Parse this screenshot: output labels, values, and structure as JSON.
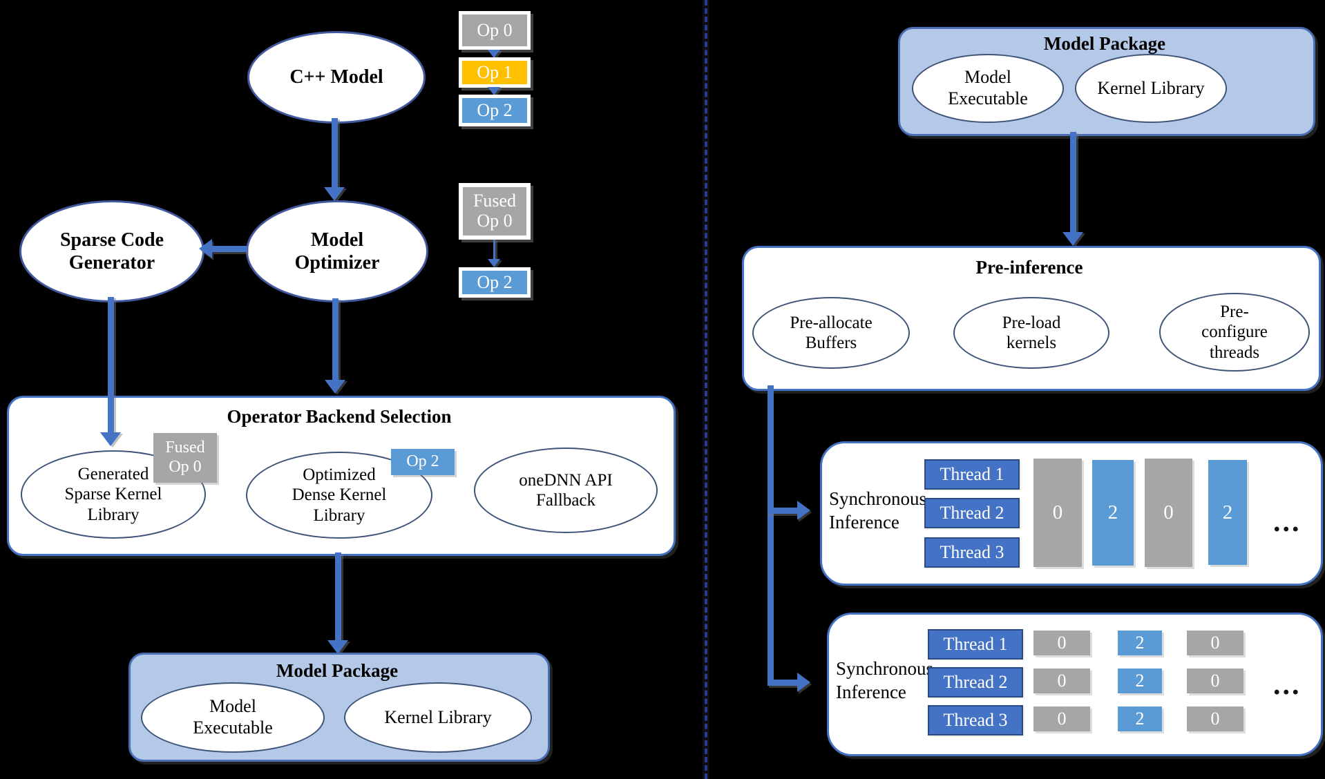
{
  "diagram": {
    "colors": {
      "background": "#000000",
      "accent_blue": "#4472C4",
      "light_blue": "#5B9BD5",
      "gray": "#A6A6A6",
      "yellow": "#FFC000",
      "package_fill": "#B4C9E8",
      "ellipse_border": "#3D5378",
      "white": "#FFFFFF"
    },
    "left": {
      "cpp_model_label": "C++ Model",
      "sparse_code_generator_label": "Sparse Code\nGenerator",
      "model_optimizer_label": "Model\nOptimizer",
      "op_chain": {
        "op0": "Op 0",
        "op1": "Op 1",
        "op2": "Op 2"
      },
      "fused_chain": {
        "fused_op0": "Fused\nOp 0",
        "op2": "Op 2"
      },
      "backend_selection": {
        "title": "Operator Backend Selection",
        "sparse_lib_label": "Generated\nSparse Kernel\nLibrary",
        "fused_badge": "Fused\nOp 0",
        "dense_lib_label": "Optimized\nDense Kernel\nLibrary",
        "op2_badge": "Op 2",
        "onednn_label": "oneDNN API\nFallback"
      },
      "model_package": {
        "title": "Model Package",
        "model_executable_label": "Model\nExecutable",
        "kernel_library_label": "Kernel Library"
      }
    },
    "right": {
      "model_package": {
        "title": "Model Package",
        "model_executable_label": "Model\nExecutable",
        "kernel_library_label": "Kernel Library"
      },
      "pre_inference": {
        "title": "Pre-inference",
        "preallocate_label": "Pre-allocate\nBuffers",
        "preload_label": "Pre-load\nkernels",
        "preconfigure_label": "Pre-\nconfigure\nthreads"
      },
      "sync_inference_1": {
        "label": "Synchronous\nInference",
        "threads": [
          "Thread 1",
          "Thread 2",
          "Thread 3"
        ],
        "queue": [
          {
            "value": "0",
            "color": "gray"
          },
          {
            "value": "2",
            "color": "blue"
          },
          {
            "value": "0",
            "color": "gray"
          },
          {
            "value": "2",
            "color": "blue"
          }
        ],
        "ellipsis": "..."
      },
      "sync_inference_2": {
        "label": "Synchronous\nInference",
        "threads": [
          "Thread 1",
          "Thread 2",
          "Thread 3"
        ],
        "rows": [
          [
            {
              "value": "0",
              "color": "gray"
            },
            {
              "value": "2",
              "color": "blue"
            },
            {
              "value": "0",
              "color": "gray"
            }
          ],
          [
            {
              "value": "0",
              "color": "gray"
            },
            {
              "value": "2",
              "color": "blue"
            },
            {
              "value": "0",
              "color": "gray"
            }
          ],
          [
            {
              "value": "0",
              "color": "gray"
            },
            {
              "value": "2",
              "color": "blue"
            },
            {
              "value": "0",
              "color": "gray"
            }
          ]
        ],
        "ellipsis": "..."
      }
    }
  }
}
